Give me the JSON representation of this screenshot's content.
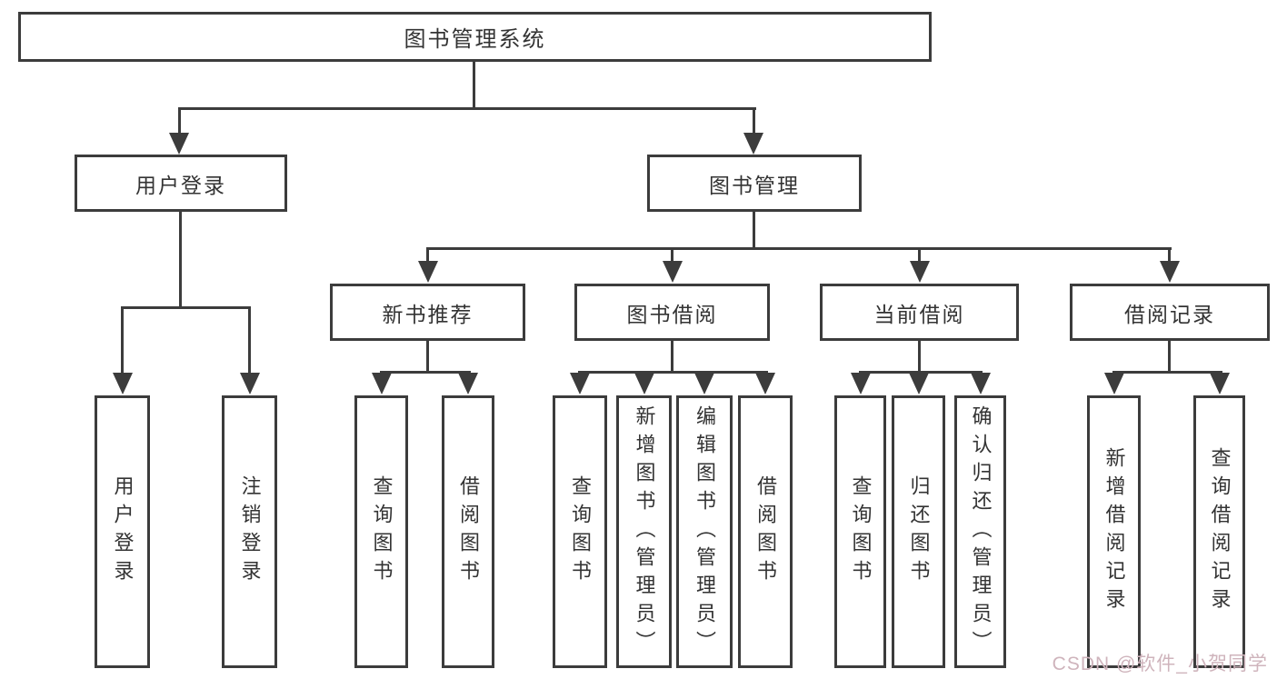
{
  "tree": {
    "root": "图书管理系统",
    "branches": [
      {
        "label": "用户登录",
        "children": [
          {
            "label": "用户登录"
          },
          {
            "label": "注销登录"
          }
        ]
      },
      {
        "label": "图书管理",
        "sections": [
          {
            "label": "新书推荐",
            "children": [
              {
                "label": "查询图书"
              },
              {
                "label": "借阅图书"
              }
            ]
          },
          {
            "label": "图书借阅",
            "children": [
              {
                "label": "查询图书"
              },
              {
                "label": "新增图书（管理员）"
              },
              {
                "label": "编辑图书（管理员）"
              },
              {
                "label": "借阅图书"
              }
            ]
          },
          {
            "label": "当前借阅",
            "children": [
              {
                "label": "查询图书"
              },
              {
                "label": "归还图书"
              },
              {
                "label": "确认归还（管理员）"
              }
            ]
          },
          {
            "label": "借阅记录",
            "children": [
              {
                "label": "新增借阅记录"
              },
              {
                "label": "查询借阅记录"
              }
            ]
          }
        ]
      }
    ]
  },
  "watermark": {
    "text": "CSDN @软件_小贺同学"
  },
  "colors": {
    "line": "#3c3c3c",
    "text": "#333333",
    "watermark": "#cfb4bc",
    "background": "#ffffff"
  }
}
